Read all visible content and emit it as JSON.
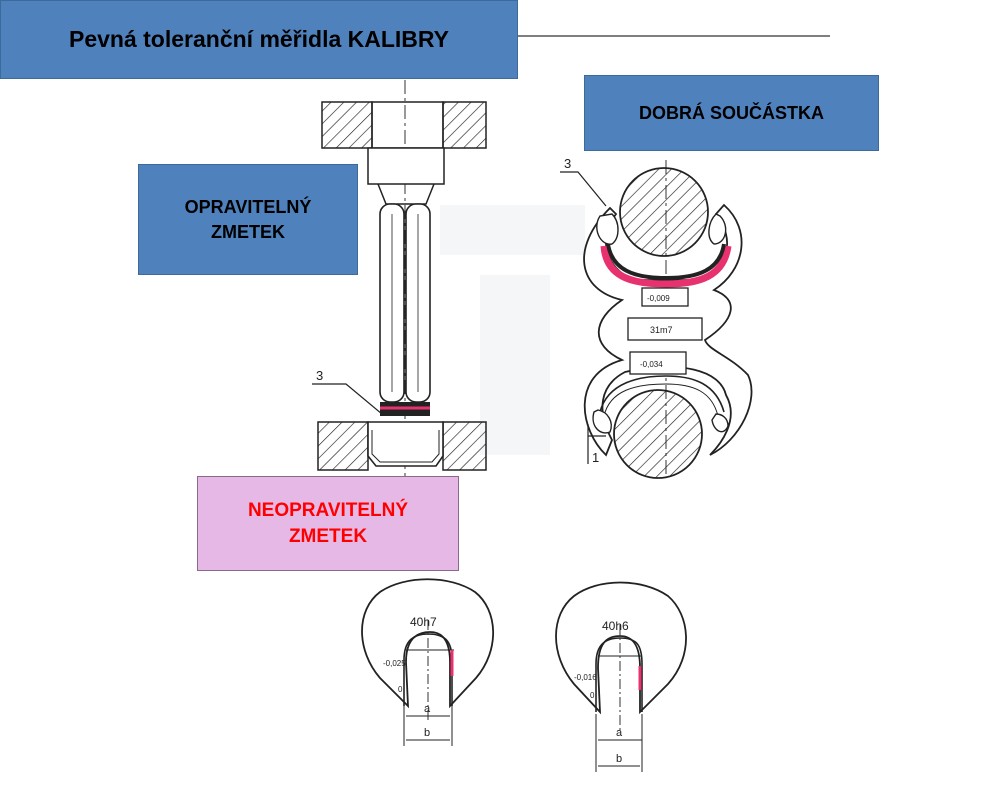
{
  "title": "Pevná toleranční měřidla KALIBRY",
  "labels": {
    "good_part": "DOBRÁ SOUČÁSTKA",
    "repairable_scrap": "OPRAVITELNÝ\nZMETEK",
    "irreparable_scrap": "NEOPRAVITELNÝ\nZMETEK"
  },
  "plug_gauge": {
    "callout": "3"
  },
  "snap_gauge_double": {
    "callout_top": "3",
    "callout_bottom": "1",
    "plate_top": "-0,009",
    "plate_middle": "31m7",
    "plate_bottom": "-0,034"
  },
  "snap_gauge_left": {
    "size": "40h7",
    "deviation": "-0,025",
    "zero": "0",
    "dim_a": "a",
    "dim_b": "b"
  },
  "snap_gauge_right": {
    "size": "40h6",
    "deviation": "-0,016",
    "zero": "0",
    "dim_a": "a",
    "dim_b": "b"
  },
  "colors": {
    "label_blue": "#4f81bd",
    "label_pink": "#e6b8e5",
    "scrap_text": "#ff0000",
    "highlight": "#e8326f"
  }
}
